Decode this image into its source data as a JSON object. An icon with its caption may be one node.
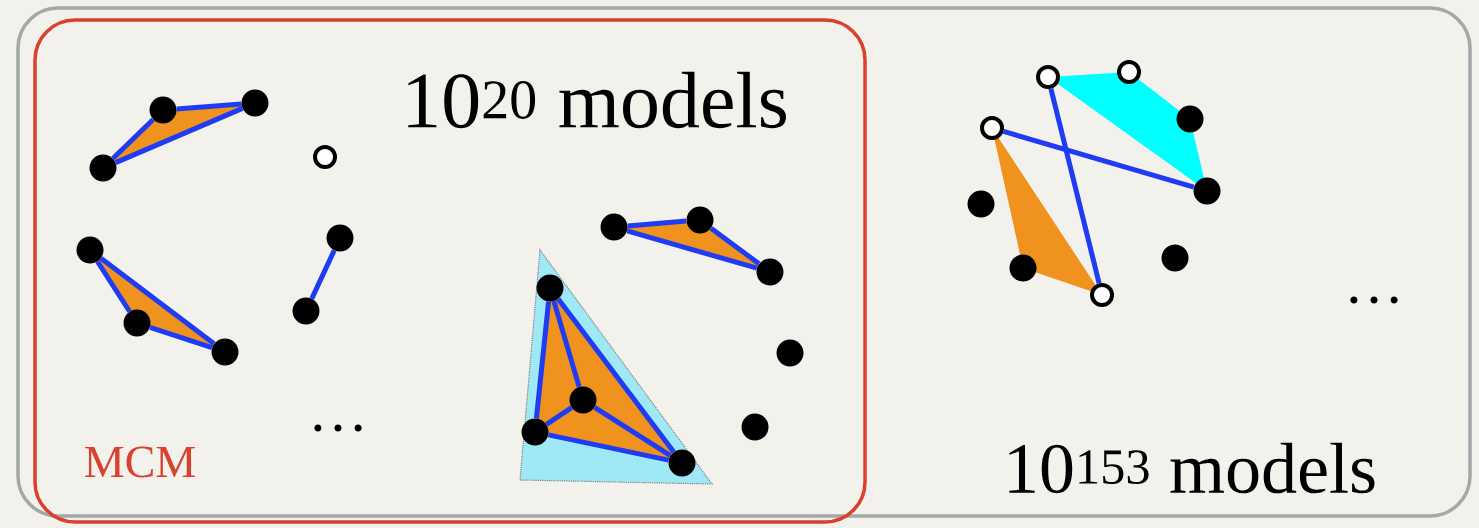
{
  "diagram": {
    "nodes": [
      {
        "text": [
          "…",
          "10$^{153}$ models"
        ]
      },
      {
        "text": [
          "10$^{20}$ models",
          "…",
          "MCM"
        ],
        "in": 0
      },
      {
        "text": [],
        "shape": "dot",
        "in": 1
      },
      {
        "text": [],
        "shape": "dot",
        "in": 1
      },
      {
        "text": [],
        "shape": "dot",
        "in": 1
      },
      {
        "text": [],
        "shape": "circle",
        "in": 1
      },
      {
        "text": [],
        "shape": "dot",
        "in": 1
      },
      {
        "text": [],
        "shape": "dot",
        "in": 1
      },
      {
        "text": [],
        "shape": "dot",
        "in": 1
      },
      {
        "text": [],
        "shape": "dot",
        "in": 1
      },
      {
        "text": [],
        "shape": "dot",
        "in": 1
      },
      {
        "text": [],
        "shape": "dot",
        "in": 1
      },
      {
        "text": [],
        "shape": "dot",
        "in": 1
      },
      {
        "text": [],
        "shape": "dot",
        "in": 1
      },
      {
        "text": [],
        "shape": "dot",
        "in": 1
      },
      {
        "text": [],
        "shape": "dot",
        "in": 1
      },
      {
        "text": [],
        "shape": "dot",
        "in": 1
      },
      {
        "text": [],
        "shape": "dot",
        "in": 1
      },
      {
        "text": [],
        "shape": "dot",
        "in": 1
      },
      {
        "text": [],
        "shape": "dot",
        "in": 1
      },
      {
        "text": [],
        "shape": "circle",
        "in": 0
      },
      {
        "text": [],
        "shape": "circle",
        "in": 0
      },
      {
        "text": [],
        "shape": "dot",
        "in": 0
      },
      {
        "text": [],
        "shape": "circle",
        "in": 0
      },
      {
        "text": [],
        "shape": "dot",
        "in": 0
      },
      {
        "text": [],
        "shape": "dot",
        "in": 0
      },
      {
        "text": [],
        "shape": "dot",
        "in": 0
      },
      {
        "text": [],
        "shape": "dot",
        "in": 0
      },
      {
        "text": [],
        "shape": "circle",
        "in": 0
      }
    ],
    "edges": [
      {
        "from": 2,
        "to": 3,
        "arrow": "none"
      },
      {
        "from": 2,
        "to": 4,
        "arrow": "none"
      },
      {
        "from": 3,
        "to": 4,
        "arrow": "none"
      },
      {
        "from": 6,
        "to": 8,
        "arrow": "none"
      },
      {
        "from": 6,
        "to": 10,
        "arrow": "none"
      },
      {
        "from": 8,
        "to": 10,
        "arrow": "none"
      },
      {
        "from": 7,
        "to": 9,
        "arrow": "none"
      },
      {
        "from": 11,
        "to": 12,
        "arrow": "none"
      },
      {
        "from": 11,
        "to": 13,
        "arrow": "none"
      },
      {
        "from": 12,
        "to": 13,
        "arrow": "none"
      },
      {
        "from": 14,
        "to": 15,
        "arrow": "none"
      },
      {
        "from": 14,
        "to": 16,
        "arrow": "none"
      },
      {
        "from": 14,
        "to": 17,
        "arrow": "none"
      },
      {
        "from": 15,
        "to": 16,
        "arrow": "none"
      },
      {
        "from": 15,
        "to": 17,
        "arrow": "none"
      },
      {
        "from": 16,
        "to": 17,
        "arrow": "none"
      },
      {
        "from": 20,
        "to": 28,
        "arrow": "none"
      },
      {
        "from": 23,
        "to": 24,
        "arrow": "none"
      }
    ]
  }
}
